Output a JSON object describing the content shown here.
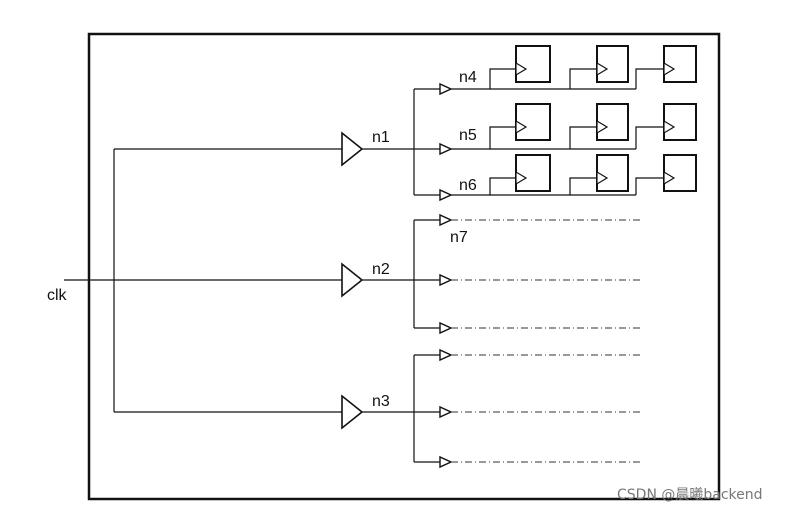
{
  "diagram": {
    "input_label": "clk",
    "buffers": [
      {
        "net": "n1"
      },
      {
        "net": "n2"
      },
      {
        "net": "n3"
      }
    ],
    "sub_nets": {
      "n4": "n4",
      "n5": "n5",
      "n6": "n6",
      "n7": "n7"
    },
    "flip_flops_per_row": 3
  },
  "watermark": "CSDN @晨曦backend"
}
